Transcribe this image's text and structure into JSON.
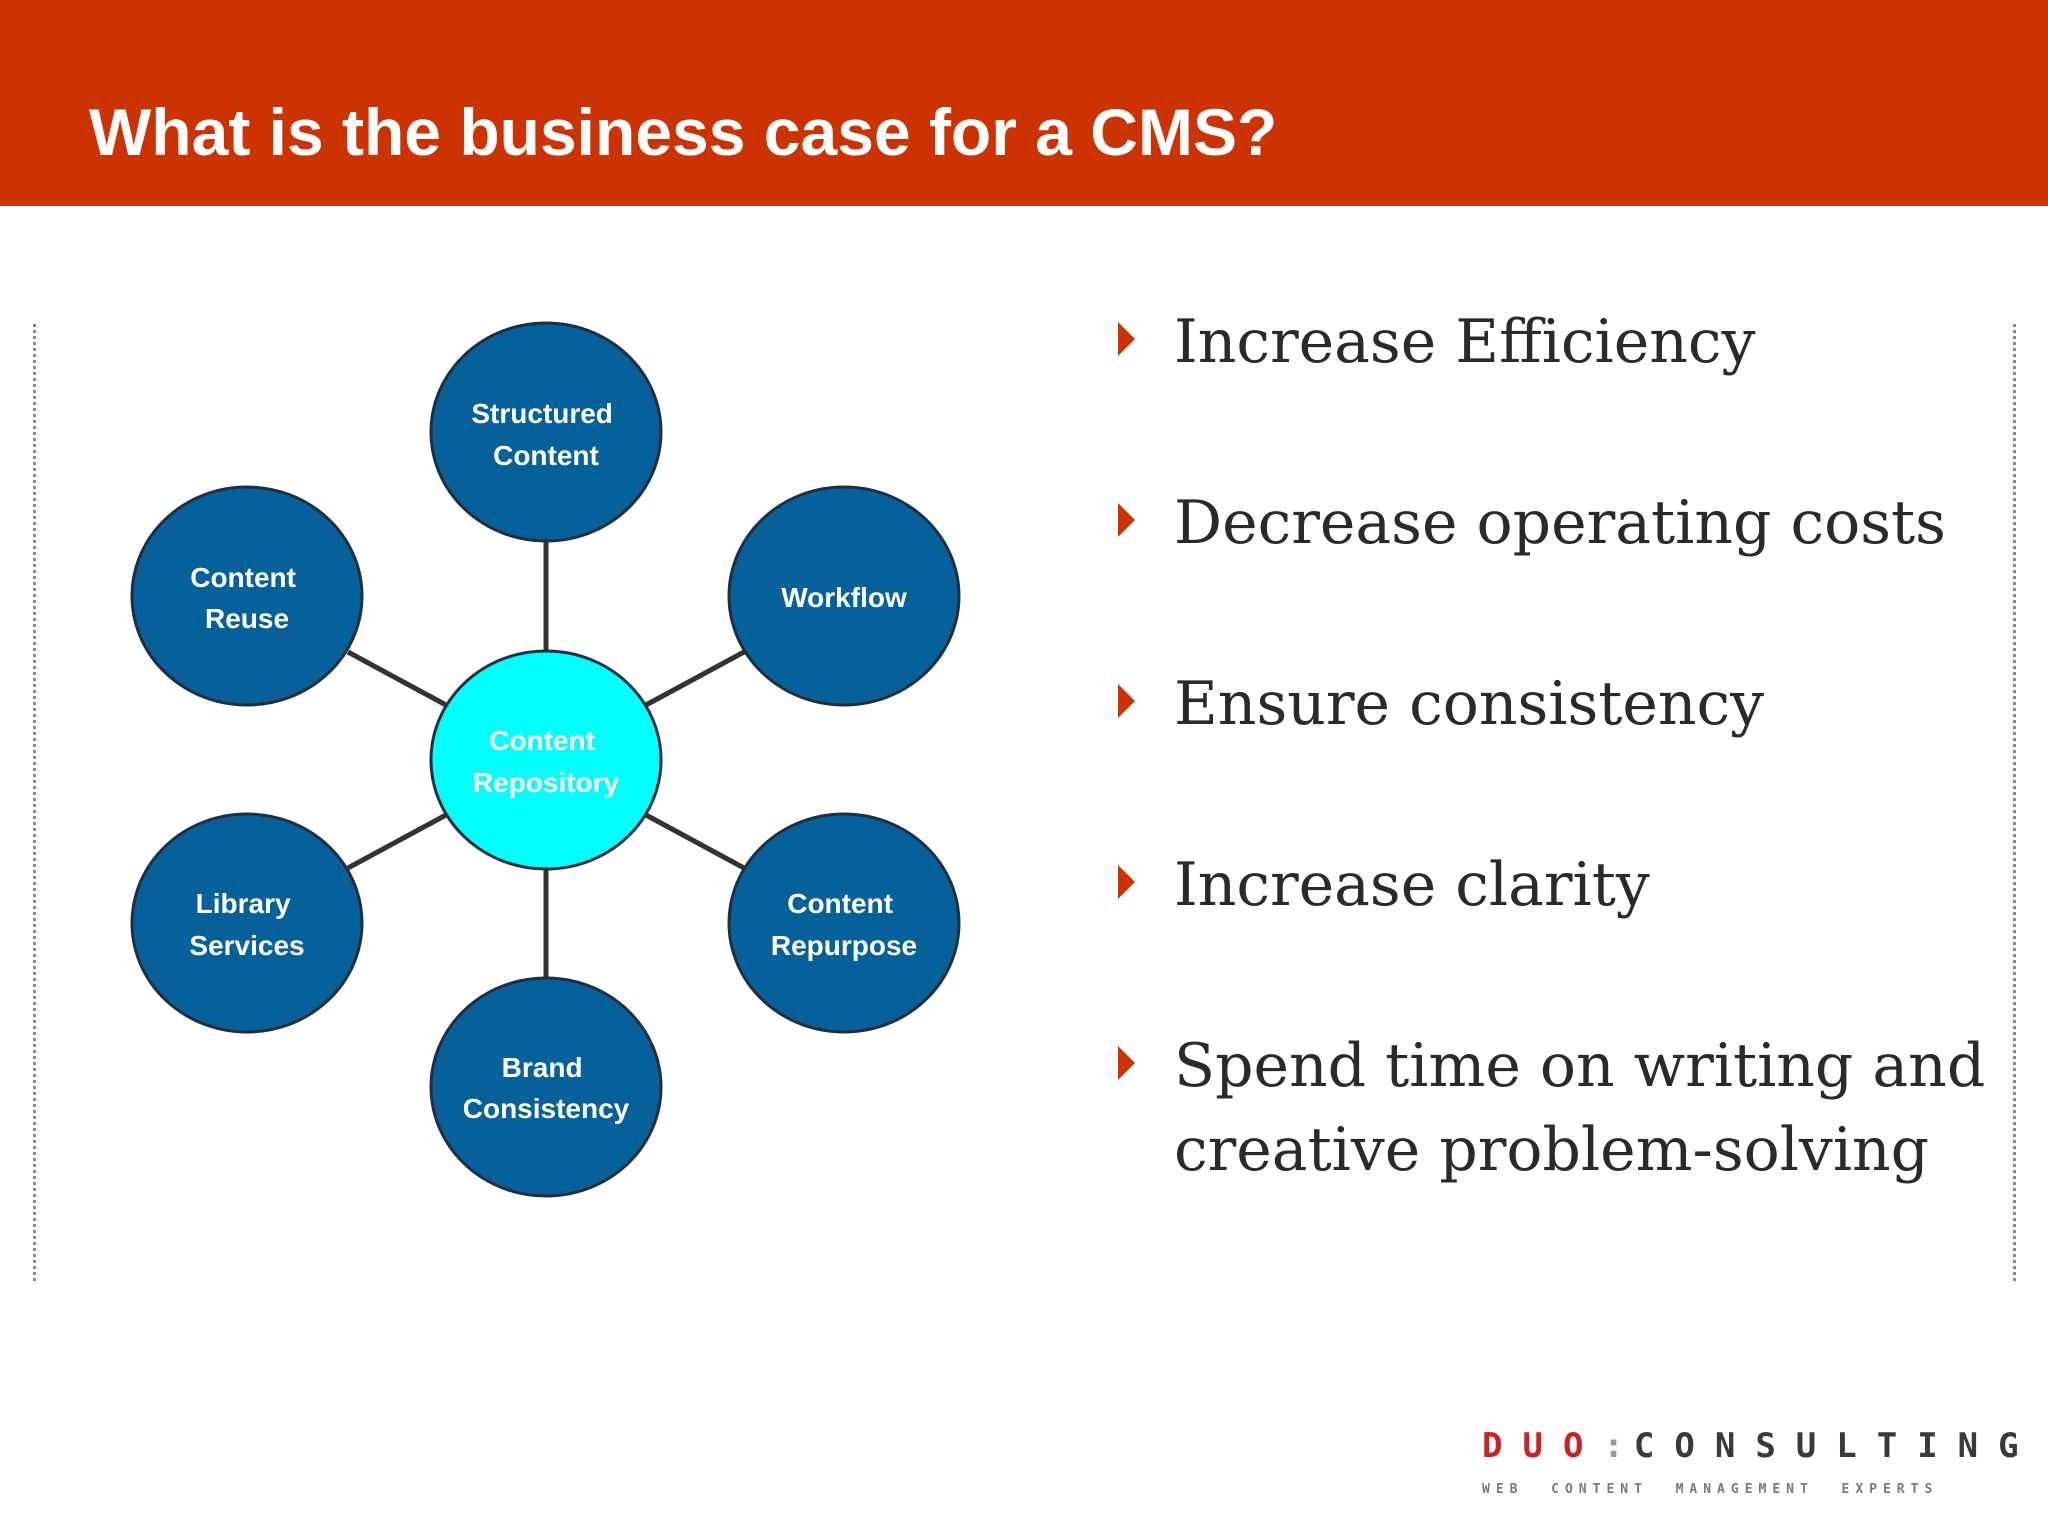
{
  "slide": {
    "title": "What is the business case for a CMS?"
  },
  "colors": {
    "header": "#cc3300",
    "node_fill": "#06609a",
    "hub_fill": "#00ffff",
    "bullet": "#cc3300",
    "bullet_text": "#2a2a2a"
  },
  "diagram": {
    "hub": {
      "lines": [
        "Content",
        "Repository"
      ]
    },
    "nodes": [
      {
        "id": "structured-content",
        "lines": [
          "Structured",
          "Content"
        ]
      },
      {
        "id": "workflow",
        "lines": [
          "Workflow"
        ]
      },
      {
        "id": "content-repurpose",
        "lines": [
          "Content",
          "Repurpose"
        ]
      },
      {
        "id": "brand-consistency",
        "lines": [
          "Brand",
          "Consistency"
        ]
      },
      {
        "id": "library-services",
        "lines": [
          "Library",
          "Services"
        ]
      },
      {
        "id": "content-reuse",
        "lines": [
          "Content",
          "Reuse"
        ]
      }
    ]
  },
  "bullets": [
    {
      "lines": [
        "Increase Efficiency"
      ]
    },
    {
      "lines": [
        "Decrease operating costs"
      ]
    },
    {
      "lines": [
        "Ensure consistency"
      ]
    },
    {
      "lines": [
        "Increase clarity"
      ]
    },
    {
      "lines": [
        "Spend time on writing and",
        "creative problem-solving"
      ]
    }
  ],
  "logo": {
    "duo": "DUO",
    "separator": ":",
    "consulting": "CONSULTING",
    "tagline": "WEB  CONTENT  MANAGEMENT  EXPERTS"
  }
}
